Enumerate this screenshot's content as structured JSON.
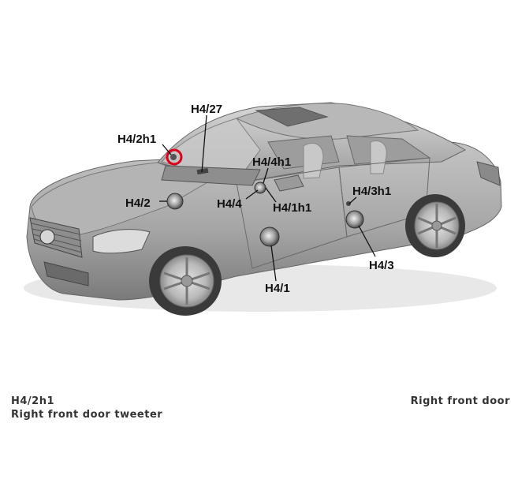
{
  "callouts": {
    "h4_27": "H4/27",
    "h4_2h1": "H4/2h1",
    "h4_4h1": "H4/4h1",
    "h4_2": "H4/2",
    "h4_4": "H4/4",
    "h4_1h1": "H4/1h1",
    "h4_3h1": "H4/3h1",
    "h4_3": "H4/3",
    "h4_1": "H4/1"
  },
  "footer": {
    "component_code": "H4/2h1",
    "component_name": "Right front door tweeter",
    "location": "Right front door"
  },
  "colors": {
    "highlight": "#e0001a",
    "car_body": "#a9a9a9"
  }
}
